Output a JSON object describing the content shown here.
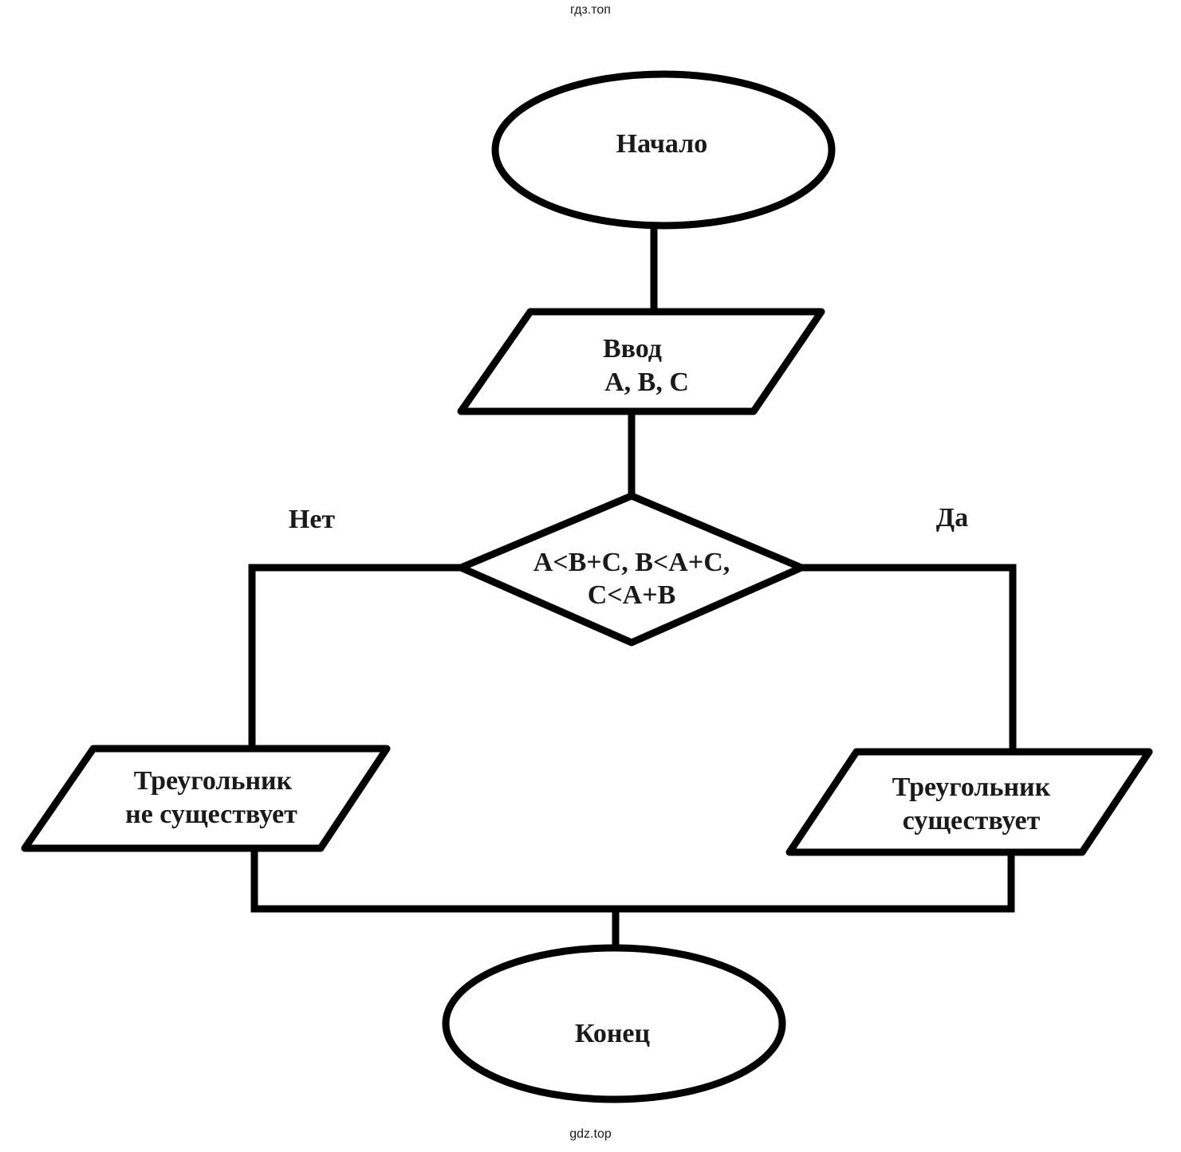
{
  "watermark_top": "гдз.топ",
  "watermark_bottom": "gdz.top",
  "flowchart": {
    "start": "Начало",
    "input": {
      "line1": "Ввод",
      "line2": "A, B, C"
    },
    "decision": {
      "line1": "A<B+C, B<A+C,",
      "line2": "C<A+B"
    },
    "branch_no": "Нет",
    "branch_yes": "Да",
    "output_no": {
      "line1": "Треугольник",
      "line2": "не существует"
    },
    "output_yes": {
      "line1": "Треугольник",
      "line2": "существует"
    },
    "end": "Конец"
  }
}
